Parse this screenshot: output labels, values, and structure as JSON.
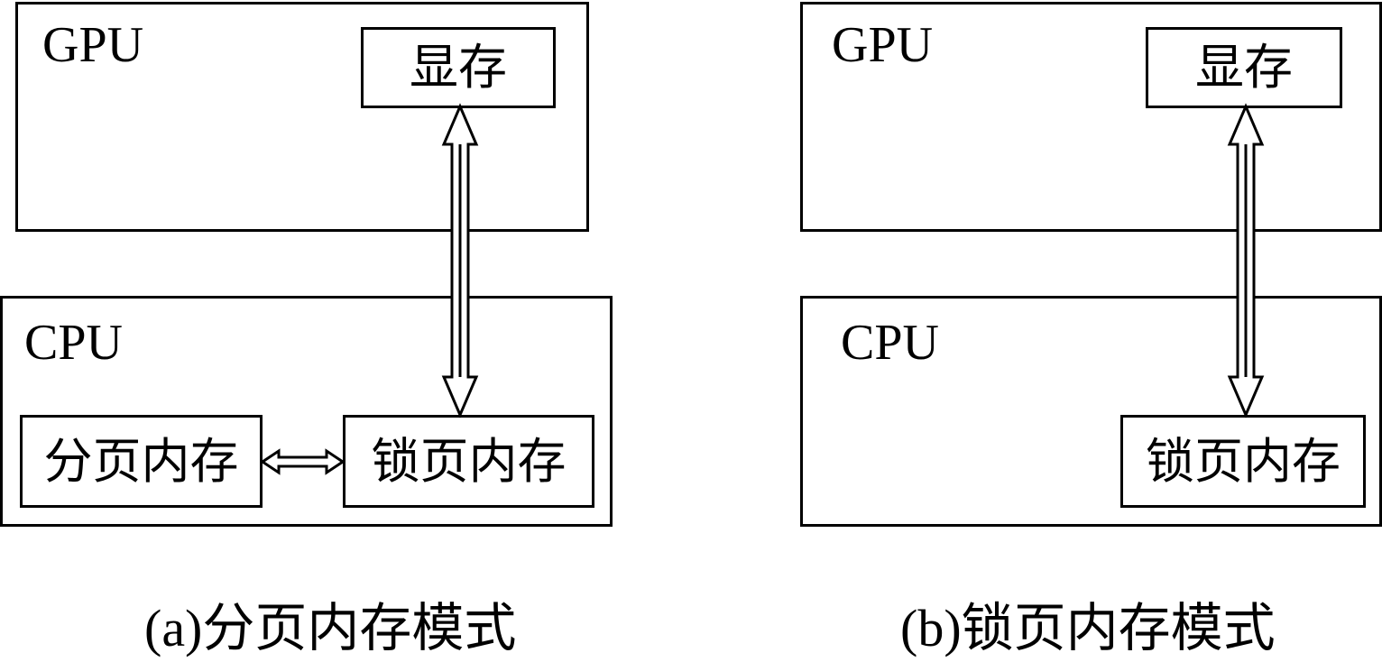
{
  "panel_a": {
    "gpu_label": "GPU",
    "vram_label": "显存",
    "cpu_label": "CPU",
    "pageable_memory_label": "分页内存",
    "pinned_memory_label": "锁页内存",
    "caption": "(a)分页内存模式"
  },
  "panel_b": {
    "gpu_label": "GPU",
    "vram_label": "显存",
    "cpu_label": "CPU",
    "pinned_memory_label": "锁页内存",
    "caption": "(b)锁页内存模式"
  },
  "colors": {
    "stroke": "#000000",
    "fill": "#ffffff"
  }
}
